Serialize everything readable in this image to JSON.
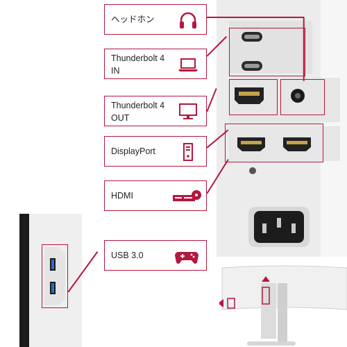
{
  "labels": {
    "headphone": "ヘッドホン",
    "thunderbolt_in_line1": "Thunderbolt 4",
    "thunderbolt_in_line2": "IN",
    "thunderbolt_out_line1": "Thunderbolt 4",
    "thunderbolt_out_line2": "OUT",
    "displayport": "DisplayPort",
    "hdmi": "HDMI",
    "usb": "USB 3.0"
  },
  "icons": {
    "headphone": "headphones-icon",
    "thunderbolt_in": "laptop-icon",
    "thunderbolt_out": "monitor-icon",
    "displayport": "desktop-tower-icon",
    "hdmi": "media-player-icon",
    "usb": "gamepad-icon"
  },
  "colors": {
    "accent": "#b5173d",
    "panel": "#ececec"
  }
}
